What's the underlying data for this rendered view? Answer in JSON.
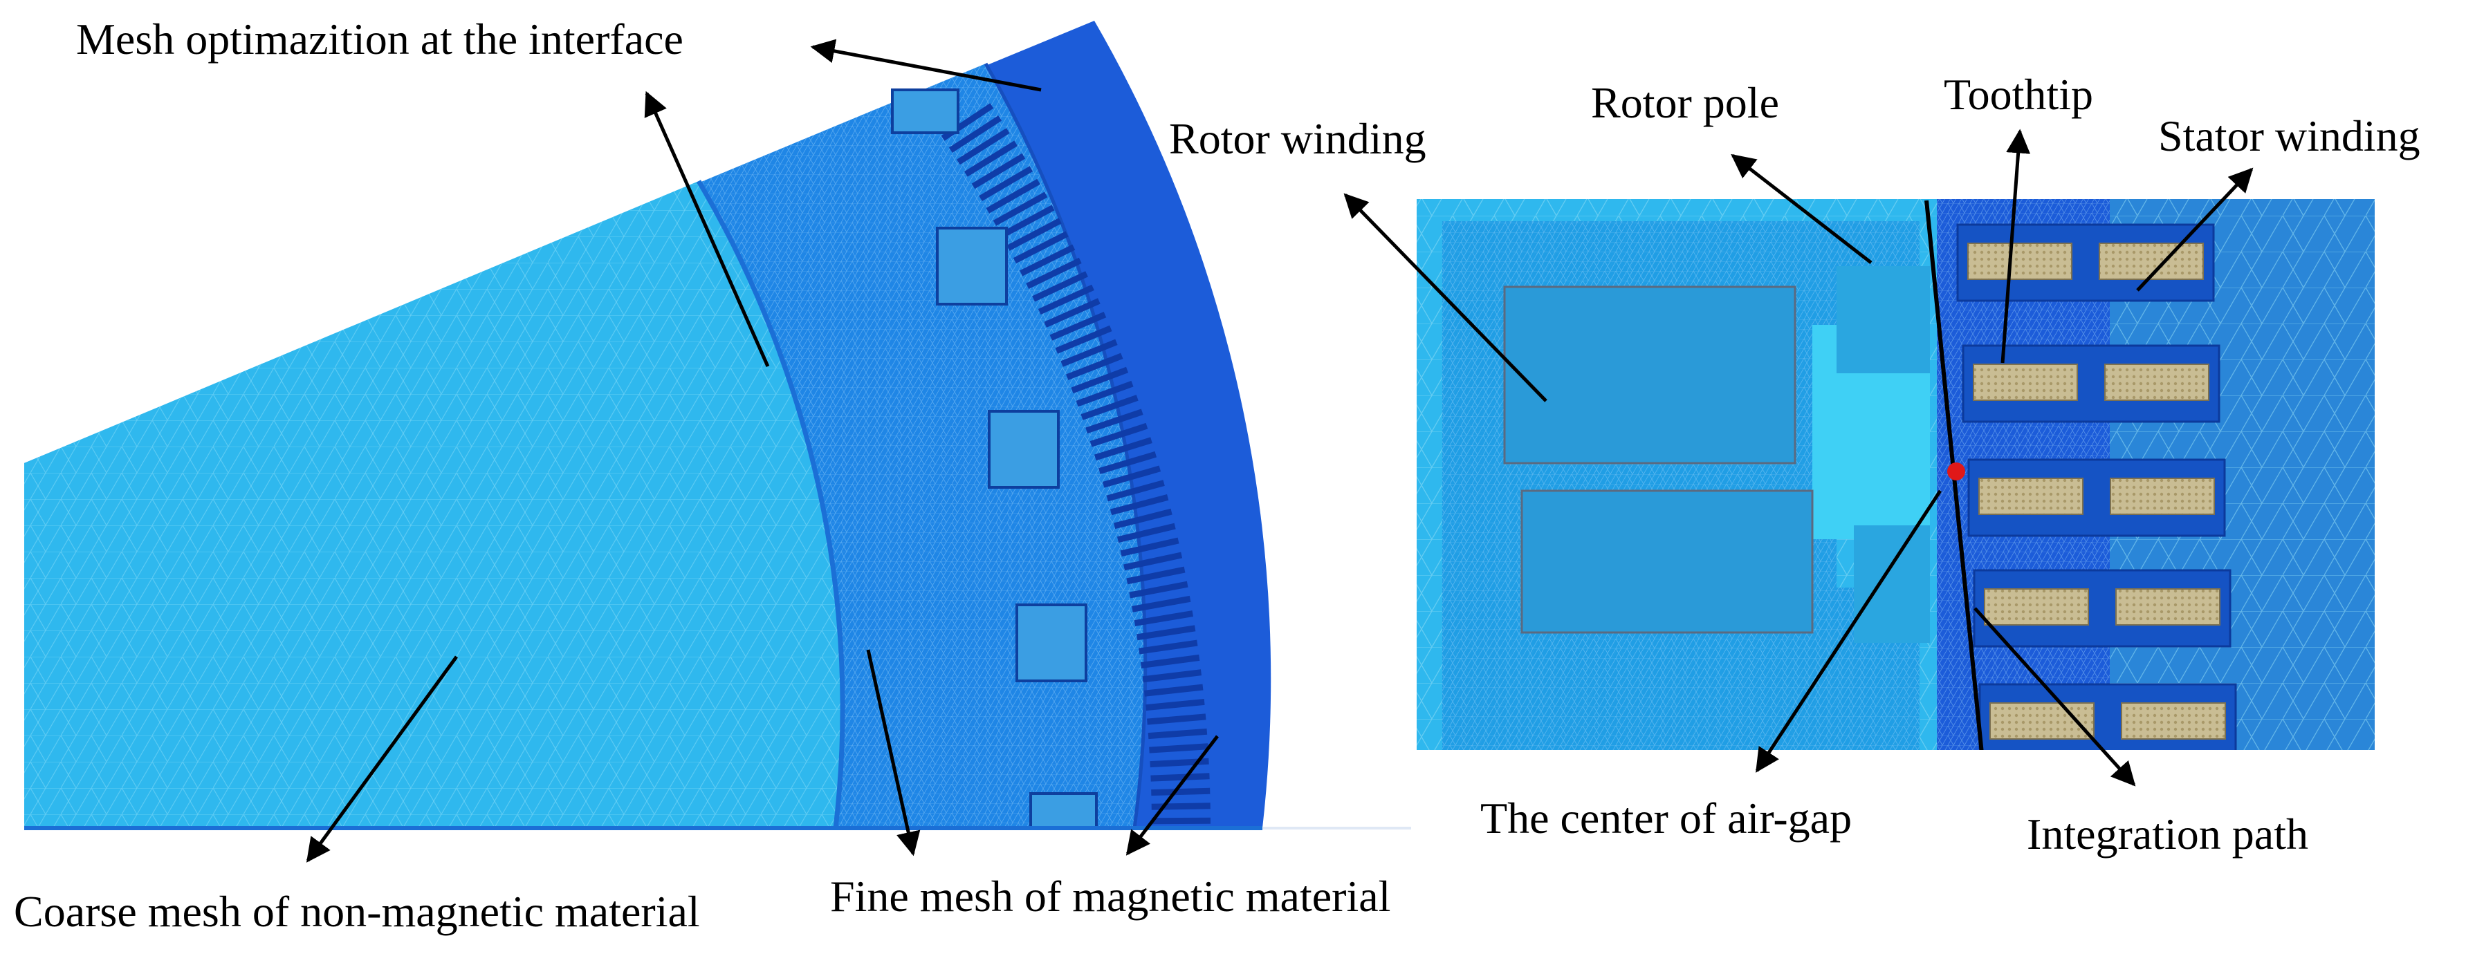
{
  "left_panel": {
    "labels": {
      "interface": "Mesh optimazition at the interface",
      "coarse": "Coarse mesh of non-magnetic material",
      "fine": "Fine mesh of magnetic material"
    }
  },
  "right_panel": {
    "labels": {
      "rotor_winding": "Rotor winding",
      "rotor_pole": "Rotor pole",
      "toothtip": "Toothtip",
      "stator_winding": "Stator winding",
      "airgap_center": "The center of air-gap",
      "integration_path": "Integration path"
    }
  },
  "colors": {
    "coarse_mesh": "#2fb8ee",
    "fine_mesh": "#1f86e6",
    "stator_dark": "#1c5cd9",
    "slot": "#0f3ca8",
    "winding_fill": "#c7b98f",
    "rotor_conductor": "#2a9ad8",
    "marker": "#e01818",
    "arrow": "#000000"
  }
}
